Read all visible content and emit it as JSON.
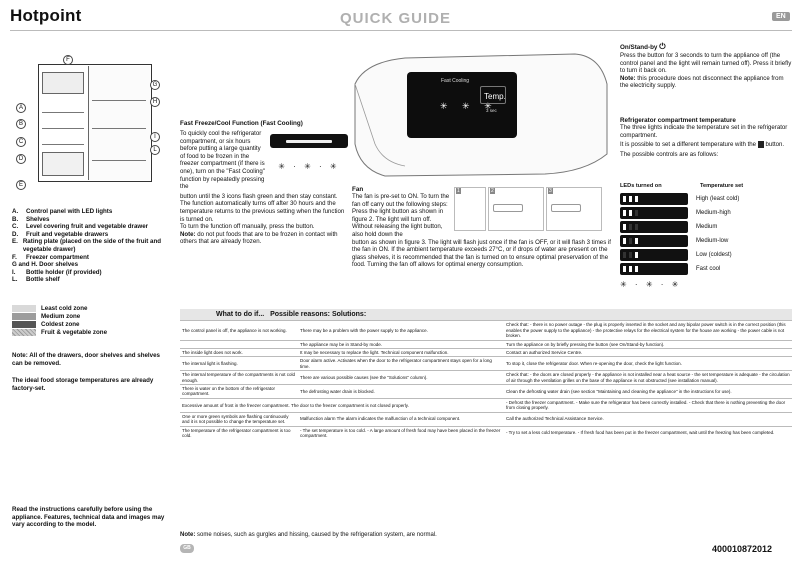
{
  "header": {
    "brand": "Hotpoint",
    "title": "QUICK GUIDE",
    "lang": "EN"
  },
  "diagram": {
    "callouts": [
      "F",
      "G",
      "H",
      "A",
      "B",
      "C",
      "I",
      "L",
      "D",
      "E"
    ]
  },
  "legend": [
    {
      "k": "A.",
      "v": "Control panel with LED lights"
    },
    {
      "k": "B.",
      "v": "Shelves"
    },
    {
      "k": "C.",
      "v": "Level covering fruit and vegetable drawer"
    },
    {
      "k": "D.",
      "v": "Fruit and vegetable drawers"
    },
    {
      "k": "E.",
      "v": "Rating plate (placed on the side of the fruit and vegetable drawer)"
    },
    {
      "k": "F.",
      "v": "Freezer compartment"
    },
    {
      "k": "",
      "v": "G and H. Door shelves"
    },
    {
      "k": "I.",
      "v": "Bottle holder (if provided)"
    },
    {
      "k": "L.",
      "v": "Bottle shelf"
    }
  ],
  "zones": [
    {
      "label": "Least cold zone",
      "color": "#d9d9d9"
    },
    {
      "label": "Medium zone",
      "color": "#9c9c9c"
    },
    {
      "label": "Coldest zone",
      "color": "#555555"
    },
    {
      "label": "Fruit & vegetable zone",
      "color": "#c6c6c6"
    }
  ],
  "notes": {
    "n1": "Note: All of the drawers, door shelves and shelves can be removed.",
    "n2": "The ideal food storage temperatures are already factory-set.",
    "n3": "Read the instructions carefully before using the appliance. Features, technical data and images may vary according to the model."
  },
  "fast": {
    "title": "Fast Freeze/Cool Function (Fast Cooling)",
    "p1": "To quickly cool the refrigerator compartment, or six hours before putting a large quantity of food to be frozen in the freezer compartment (if there is one), turn on the \"Fast Cooling\" function by repeatedly pressing the",
    "p1b": "button until the 3 icons flash green and then stay constant.",
    "p2": "The function automatically turns off after 30 hours and the temperature returns to the previous setting when the function is turned on.",
    "p3": "To turn the function off manually, press the button.",
    "p4label": "Note:",
    "p4": "do not put foods that are to be frozen in contact with others that are already frozen."
  },
  "panel": {
    "fastcool": "Fast Cooling",
    "temp": "Temp.",
    "hold": "3 sec"
  },
  "fan": {
    "title": "Fan",
    "body": "The fan is pre-set to ON. To turn the fan off carry out the following steps: Press the light button as shown in figure 2. The light will turn off. Without releasing the light button, also hold down the",
    "body2": "button as shown in figure 3. The light will flash just once if the fan is OFF, or it will flash 3 times if the fan in ON. If the ambient temperature exceeds 27°C, or if drops of water are present on the glass shelves, it is recommended that the fan is turned on to ensure optimal preservation of the food. Turning the fan off allows for optimal energy consumption.",
    "figs": [
      "1",
      "2",
      "3"
    ]
  },
  "onoff": {
    "title": "On/Stand-by",
    "body": "Press the button for 3 seconds to turn the appliance off (the control panel and the light will remain turned off). Press it briefly to turn it back on.",
    "note_label": "Note:",
    "note": "this procedure does not disconnect the appliance from the electricity supply."
  },
  "comp": {
    "title": "Refrigerator compartment temperature",
    "p1": "The three lights indicate the temperature set in the refrigerator compartment.",
    "p2": "It is possible to set a different temperature with the",
    "p2b": "button.",
    "p3": "The possible controls are as follows:"
  },
  "temps": {
    "h1": "LEDs turned on",
    "h2": "Temperature set",
    "rows": [
      {
        "label": "High (least cold)",
        "on": [
          0,
          1,
          2
        ]
      },
      {
        "label": "Medium-high",
        "on": [
          0,
          1
        ]
      },
      {
        "label": "Medium",
        "on": [
          0
        ]
      },
      {
        "label": "Medium-low",
        "on": [
          0,
          2
        ]
      },
      {
        "label": "Low (coldest)",
        "on": [
          2
        ]
      },
      {
        "label": "Fast cool",
        "on": [
          0,
          1,
          2
        ]
      }
    ]
  },
  "troubleshoot": {
    "h1": "What to do if...",
    "h2": "Possible reasons:",
    "h3": "Solutions:",
    "rows": [
      {
        "a": "The control panel is off, the appliance is not working.",
        "b": "There may be a problem with the power supply to the appliance.",
        "c": "Check that: - there is no power outage - the plug is properly inserted in the socket and any bipolar power switch is in the correct position (this enables the power supply to the appliance) - the protective relays for the electrical system for the house are working - the power cable is not broken."
      },
      {
        "a": "",
        "b": "The appliance may be in Stand-by mode.",
        "c": "Turn the appliance on by briefly pressing the button (see On/Stand-by function)."
      },
      {
        "a": "The inside light does not work.",
        "b": "It may be necessary to replace the light. Technical component malfunction.",
        "c": "Contact an authorized Service Centre."
      },
      {
        "a": "The internal light is flashing.",
        "b": "Door alarm active. Activates when the door to the refrigerator compartment stays open for a long time.",
        "c": "To stop it, close the refrigerator door. When re-opening the door, check the light function."
      },
      {
        "a": "The internal temperature of the compartments is not cold enough.",
        "b": "There are various possible causes (see the \"Solutions\" column).",
        "c": "Check that: - the doors are closed properly - the appliance is not installed near a heat source - the set temperature is adequate - the circulation of air through the ventilation grilles on the base of the appliance is not obstructed (see installation manual)."
      },
      {
        "a": "There is water on the bottom of the refrigerator compartment.",
        "b": "The defrosting water drain is blocked.",
        "c": "Clean the defrosting water drain (see section \"Maintaining and cleaning the appliance\" in the instructions for use)."
      },
      {
        "a": "Excessive amount of frost in the freezer compartment. The door to the freezer compartment is not closed properly.",
        "b": "",
        "c": "- Defrost the freezer compartment. - Make sure the refrigerator has been correctly installed. - Check that there is nothing preventing the door from closing properly."
      },
      {
        "a": "One or more green symbols are flashing continuously and it is not possible to change the temperature set.",
        "b": "Malfunction alarm The alarm indicates the malfunction of a technical component.",
        "c": "Call the authorized Technical Assistance Service."
      },
      {
        "a": "The temperature of the refrigerator compartment is too cold.",
        "b": "- The set temperature is too cold. - A large amount of fresh food may have been placed in the freezer compartment.",
        "c": "- Try to set a less cold temperature. - If fresh food has been put in the freezer compartment, wait until the freezing has been completed."
      }
    ]
  },
  "footer": {
    "note_label": "Note:",
    "note": "some noises, such as gurgles and hissing, caused by the refrigeration system, are normal.",
    "region": "GB",
    "code": "400010872012"
  }
}
